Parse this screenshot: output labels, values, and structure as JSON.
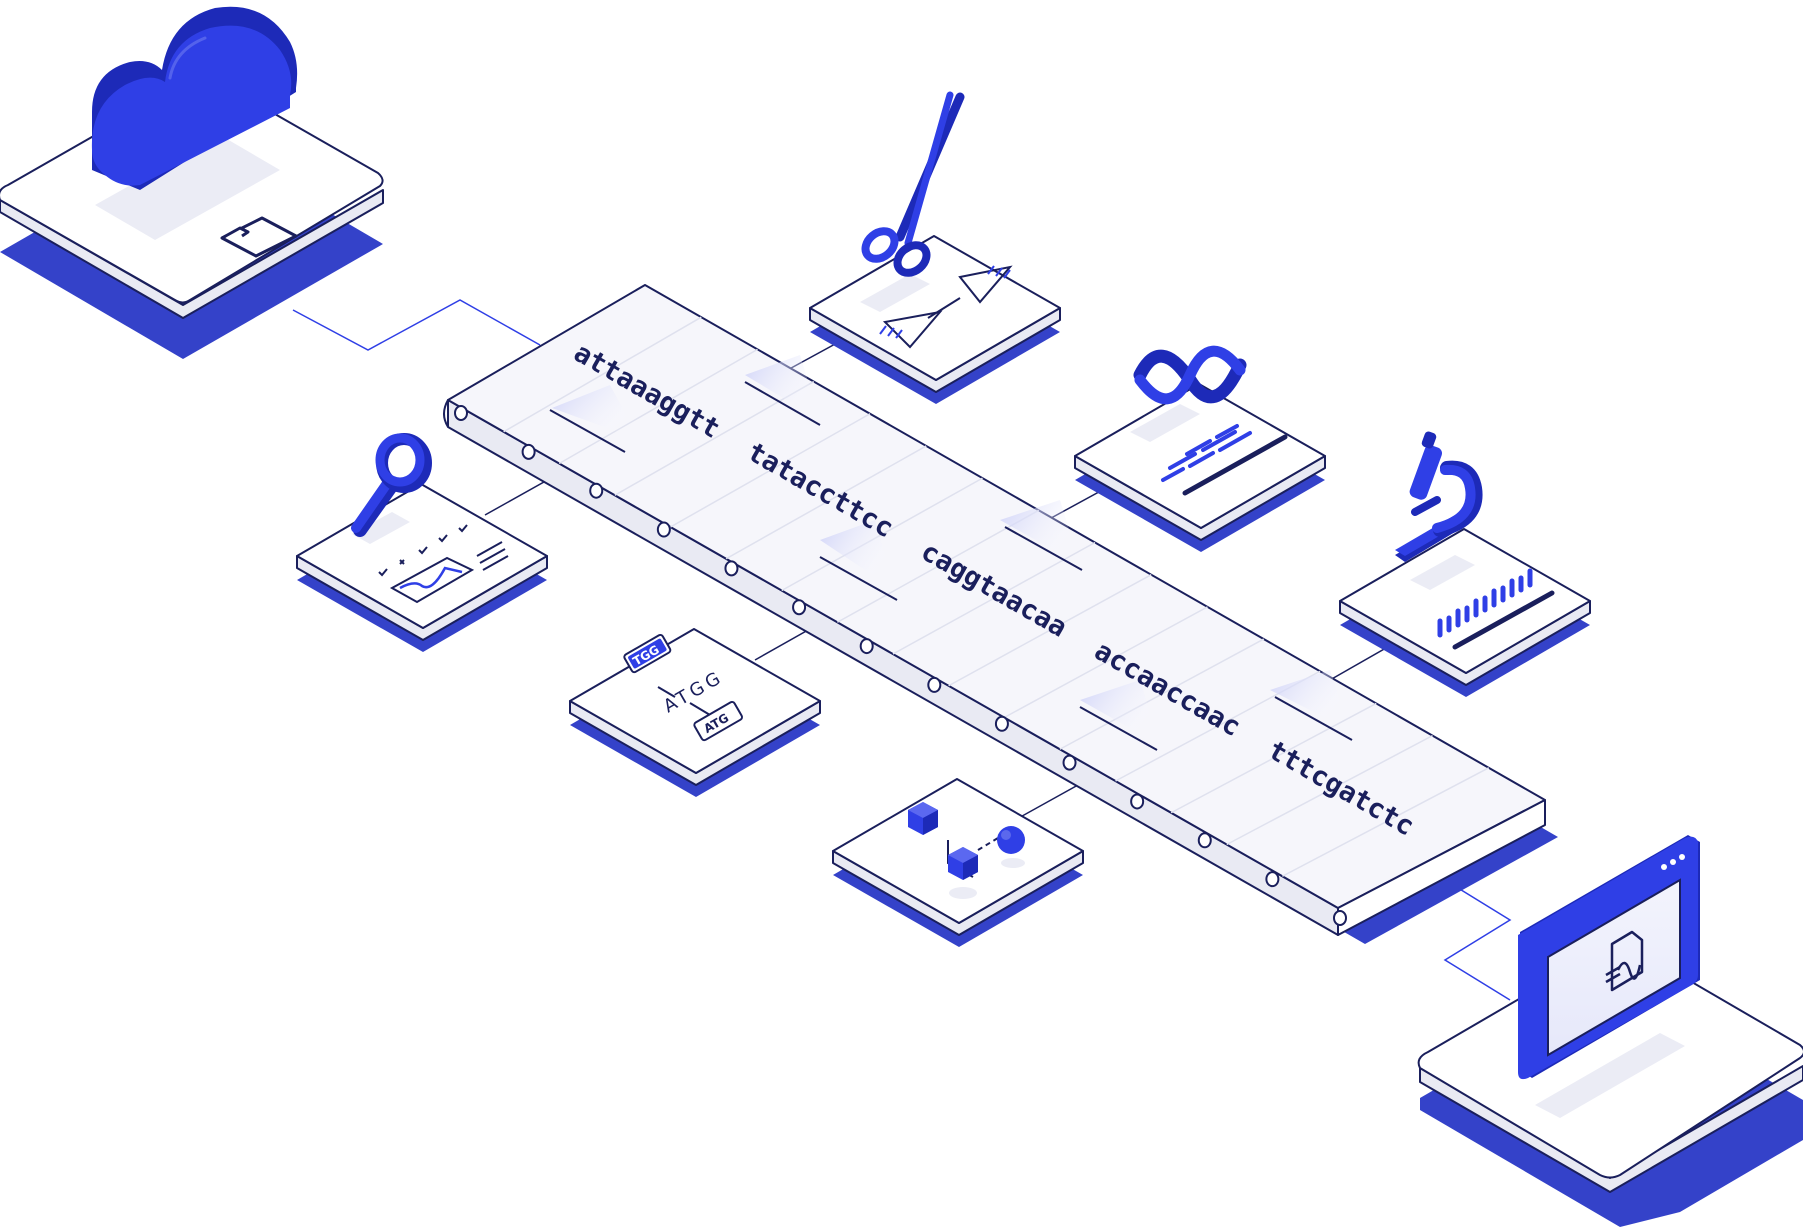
{
  "colors": {
    "accent": "#2f3fe6",
    "accent_dark": "#1d2ab8",
    "shadow": "#3442c9",
    "outline": "#1a1f5c",
    "tile": "#ffffff",
    "tile_side": "#e9eaf3",
    "belt_top": "#f6f6fb"
  },
  "sequence": {
    "segments": [
      "attaaaggtt",
      "tataccttcc",
      "caggtaacaa",
      "accaaccaac",
      "tttcgatctc"
    ]
  },
  "tiles": {
    "sequence_motif": {
      "top_label": "TGG",
      "middle_label": "ATGG",
      "bottom_label": "ATG"
    }
  },
  "icons": [
    "cloud-icon",
    "folder-icon",
    "scissors-icon",
    "amplification-icon",
    "dna-icon",
    "magnifier-icon",
    "chart-icon",
    "microscope-icon",
    "network-cube-icon",
    "browser-window-icon",
    "dna-file-icon"
  ]
}
